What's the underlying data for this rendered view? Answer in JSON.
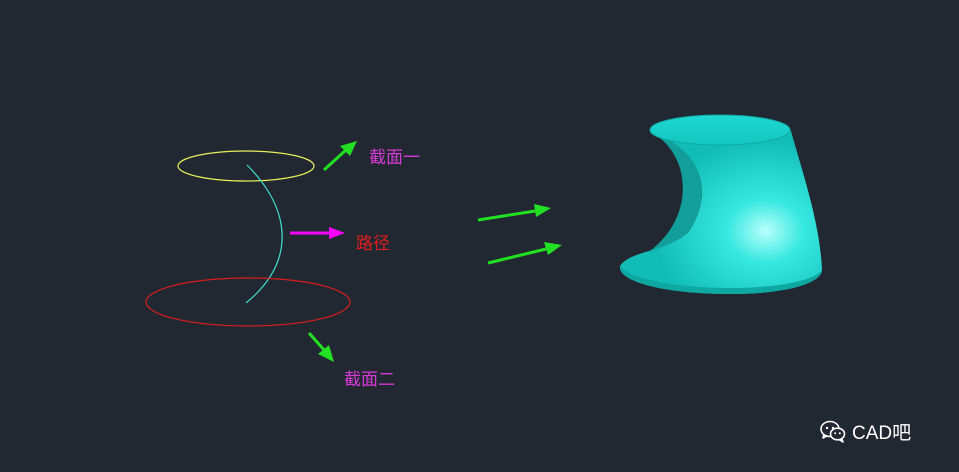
{
  "viewport": {
    "background": "#222831"
  },
  "labels": {
    "section_1": "截面一",
    "path": "路径",
    "section_2": "截面二"
  },
  "colors": {
    "section_1_curve": "#e8ef5a",
    "section_2_curve": "#d81e1e",
    "path_curve": "#3fe0d4",
    "section_label": "#d63ad6",
    "path_label": "#e01e1e",
    "path_arrow": "#ff00ff",
    "result_arrow": "#22e022",
    "solid": "#17d2cc"
  },
  "watermark": {
    "icon": "wechat-icon",
    "text": "CAD吧"
  }
}
